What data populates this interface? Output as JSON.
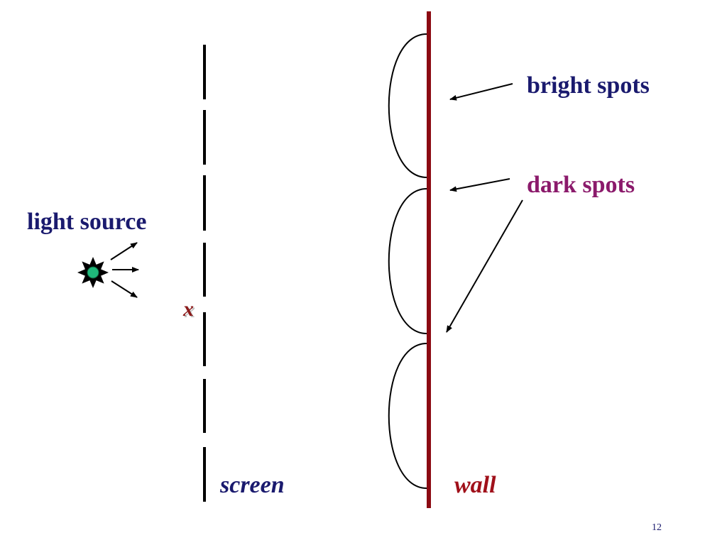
{
  "labels": {
    "bright_spots": "bright spots",
    "dark_spots": "dark spots",
    "light_source": "light source",
    "x": "x",
    "screen": "screen",
    "wall": "wall",
    "page_number": "12"
  },
  "colors": {
    "wall": "#8b0a12",
    "screen": "#000000",
    "navy_text": "#1a1a6e",
    "dark_spots_text": "#8b1a6b",
    "x_text": "#8b1a1a",
    "wall_text": "#a0101a",
    "source_core": "#1fb87a"
  }
}
